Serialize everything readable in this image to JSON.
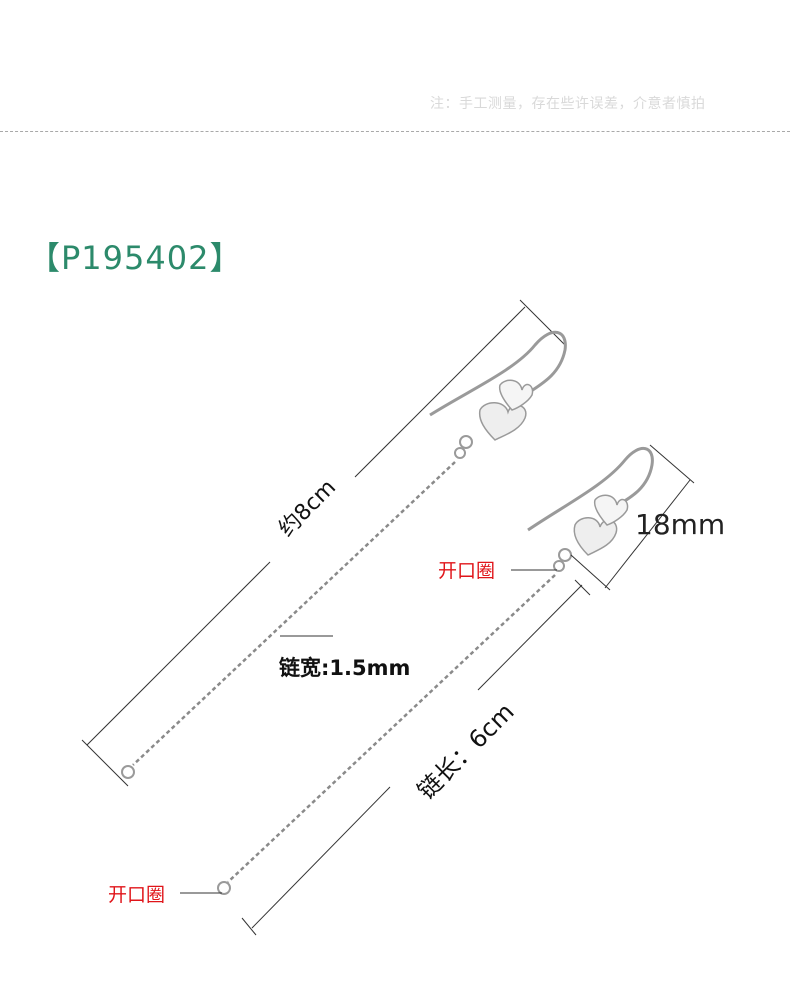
{
  "note": "注：手工测量，存在些许误差，介意者慎拍",
  "product_code": "【P195402】",
  "labels": {
    "length_total": "约8cm",
    "chain_width": "链宽:1.5mm",
    "hook_height": "18mm",
    "open_ring_1": "开口圈",
    "open_ring_2": "开口圈",
    "chain_length": "链长：6cm"
  },
  "colors": {
    "product_code": "#2c8a6b",
    "open_ring_label": "#e0151a",
    "note": "#d9d9d9"
  }
}
